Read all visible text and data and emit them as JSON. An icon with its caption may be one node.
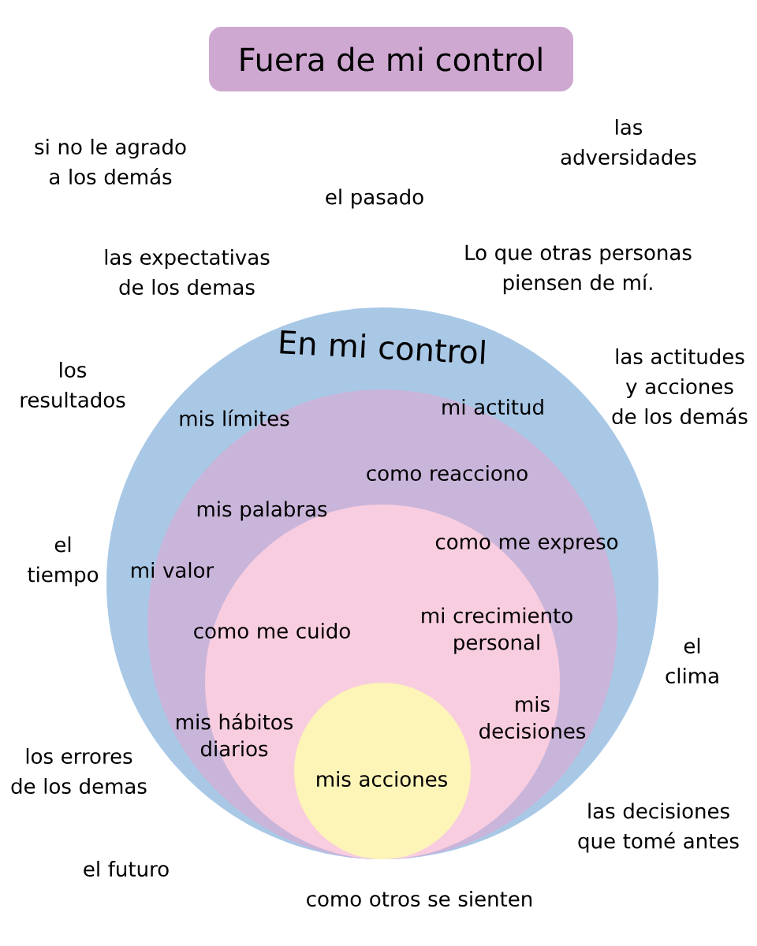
{
  "diagram": {
    "nodes": [
      {
        "text": [
          "Fuera de mi control"
        ]
      },
      {
        "text": [
          "En mi control"
        ]
      },
      {
        "text": [
          "mis límites",
          "mi actitud",
          "como reacciono",
          "mis palabras",
          "como me expreso",
          "mi valor"
        ],
        "in": 1
      },
      {
        "text": [
          "como me cuido",
          "mi crecimiento personal",
          "mis hábitos diarios",
          "mis decisiones"
        ],
        "in": 2
      },
      {
        "text": [
          "mis acciones"
        ],
        "in": 3
      }
    ],
    "labels": [
      "si no le agrado a los demás",
      "las adversidades",
      "el pasado",
      "las expectativas de los demas",
      "Lo que otras personas piensen de mí.",
      "los resultados",
      "las actitudes y acciones de los demás",
      "el tiempo",
      "el clima",
      "los errores de los demas",
      "las decisiones que tomé antes",
      "el futuro",
      "como otros se sienten"
    ]
  }
}
